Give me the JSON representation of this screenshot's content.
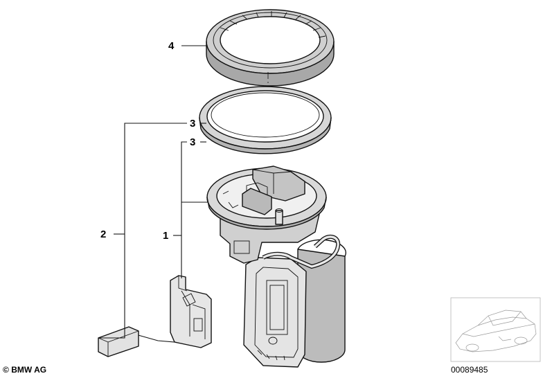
{
  "callouts": {
    "c1": "1",
    "c2": "2",
    "c3a": "3",
    "c3b": "3",
    "c4": "4"
  },
  "footer": {
    "copyright_symbol": "©",
    "brand": "BMW AG",
    "diagram_number": "00089485"
  },
  "colors": {
    "line": "#111111",
    "shade_light": "#e8e8e8",
    "shade_mid": "#c8c8c8",
    "shade_dark": "#9a9a9a",
    "background": "#ffffff"
  }
}
